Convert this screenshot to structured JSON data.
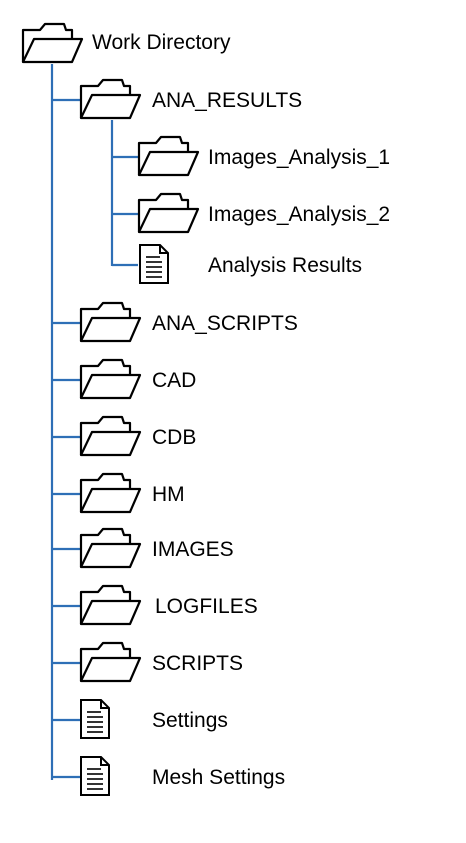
{
  "root": {
    "label": "Work Directory",
    "icon": "folder-icon"
  },
  "children": [
    {
      "label": "ANA_RESULTS",
      "icon": "folder-icon",
      "children": [
        {
          "label": "Images_Analysis_1",
          "icon": "folder-icon"
        },
        {
          "label": "Images_Analysis_2",
          "icon": "folder-icon"
        },
        {
          "label": "Analysis Results",
          "icon": "document-icon"
        }
      ]
    },
    {
      "label": "ANA_SCRIPTS",
      "icon": "folder-icon"
    },
    {
      "label": "CAD",
      "icon": "folder-icon"
    },
    {
      "label": "CDB",
      "icon": "folder-icon"
    },
    {
      "label": "HM",
      "icon": "folder-icon"
    },
    {
      "label": "IMAGES",
      "icon": "folder-icon"
    },
    {
      "label": "LOGFILES",
      "icon": "folder-icon"
    },
    {
      "label": "SCRIPTS",
      "icon": "folder-icon"
    },
    {
      "label": "Settings",
      "icon": "document-icon"
    },
    {
      "label": "Mesh Settings",
      "icon": "document-icon"
    }
  ],
  "colors": {
    "connector": "#2e6fb6",
    "text": "#000000",
    "icon_stroke": "#000000"
  }
}
